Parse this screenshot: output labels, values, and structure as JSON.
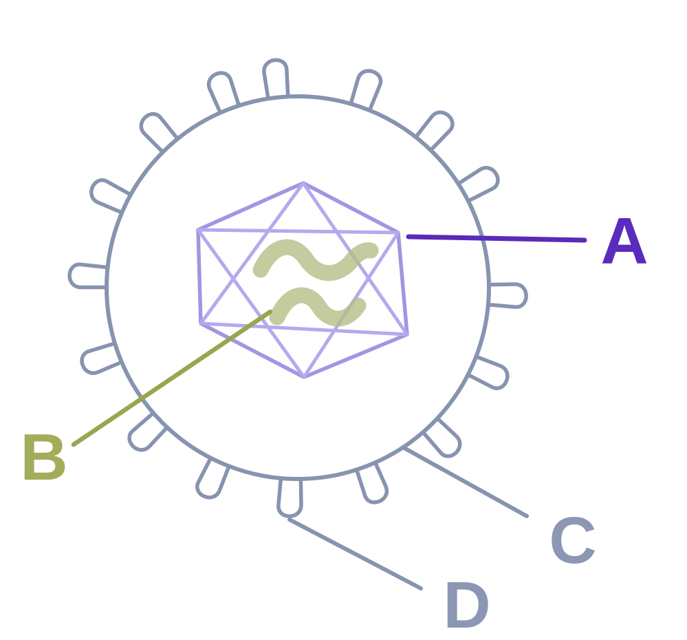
{
  "diagram": {
    "labels": {
      "a": {
        "text": "A",
        "color": "#5b2bbd"
      },
      "b": {
        "text": "B",
        "color": "#a3ac59"
      },
      "c": {
        "text": "C",
        "color": "#8b97b3"
      },
      "d": {
        "text": "D",
        "color": "#8b97b3"
      }
    },
    "colors": {
      "envelope": "#8794b0",
      "capsid_outline": "#a295e2",
      "capsid_faces": "#b5a9ee",
      "genome": "#b7be88",
      "pointer_a": "#5a2ab8",
      "pointer_b": "#9aa550"
    }
  }
}
